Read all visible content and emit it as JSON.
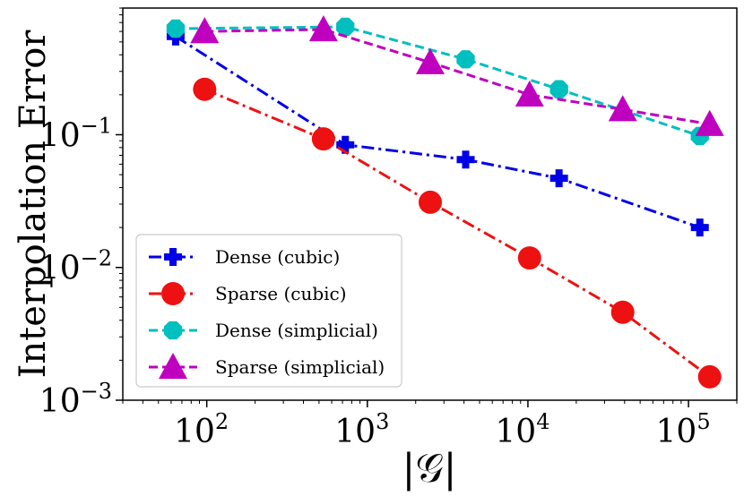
{
  "chart_data": {
    "type": "line",
    "xlabel": "|𝒢|",
    "ylabel": "Interpolation Error",
    "x_scale": "log",
    "y_scale": "log",
    "xlim": [
      30,
      200000
    ],
    "ylim": [
      0.001,
      0.9
    ],
    "grid": false,
    "legend_position": "lower-left",
    "x_ticks": [
      {
        "value": 100,
        "base": "10",
        "exp": "2"
      },
      {
        "value": 1000,
        "base": "10",
        "exp": "3"
      },
      {
        "value": 10000,
        "base": "10",
        "exp": "4"
      },
      {
        "value": 100000,
        "base": "10",
        "exp": "5"
      }
    ],
    "y_ticks": [
      {
        "value": 0.001,
        "base": "10",
        "exp": "−3"
      },
      {
        "value": 0.01,
        "base": "10",
        "exp": "−2"
      },
      {
        "value": 0.1,
        "base": "10",
        "exp": "−1"
      }
    ],
    "series": [
      {
        "name": "Dense (cubic)",
        "color": "#0000e6",
        "line_style": "dashdot",
        "marker": "plus",
        "x": [
          64,
          729,
          4096,
          15625,
          117649
        ],
        "y": [
          0.55,
          0.084,
          0.065,
          0.047,
          0.02
        ]
      },
      {
        "name": "Sparse (cubic)",
        "color": "#ee1111",
        "line_style": "dashdot",
        "marker": "circle",
        "x": [
          97,
          533,
          2465,
          10241,
          38945,
          135489
        ],
        "y": [
          0.22,
          0.093,
          0.031,
          0.0118,
          0.0046,
          0.0015
        ]
      },
      {
        "name": "Dense (simplicial)",
        "color": "#00bfbf",
        "line_style": "dashed",
        "marker": "octagon",
        "x": [
          64,
          729,
          4096,
          15625,
          117649
        ],
        "y": [
          0.63,
          0.65,
          0.37,
          0.22,
          0.098
        ]
      },
      {
        "name": "Sparse (simplicial)",
        "color": "#bf00bf",
        "line_style": "dashed",
        "marker": "triangle",
        "x": [
          97,
          533,
          2465,
          10241,
          38945,
          135489
        ],
        "y": [
          0.6,
          0.62,
          0.35,
          0.2,
          0.155,
          0.12
        ]
      }
    ]
  }
}
